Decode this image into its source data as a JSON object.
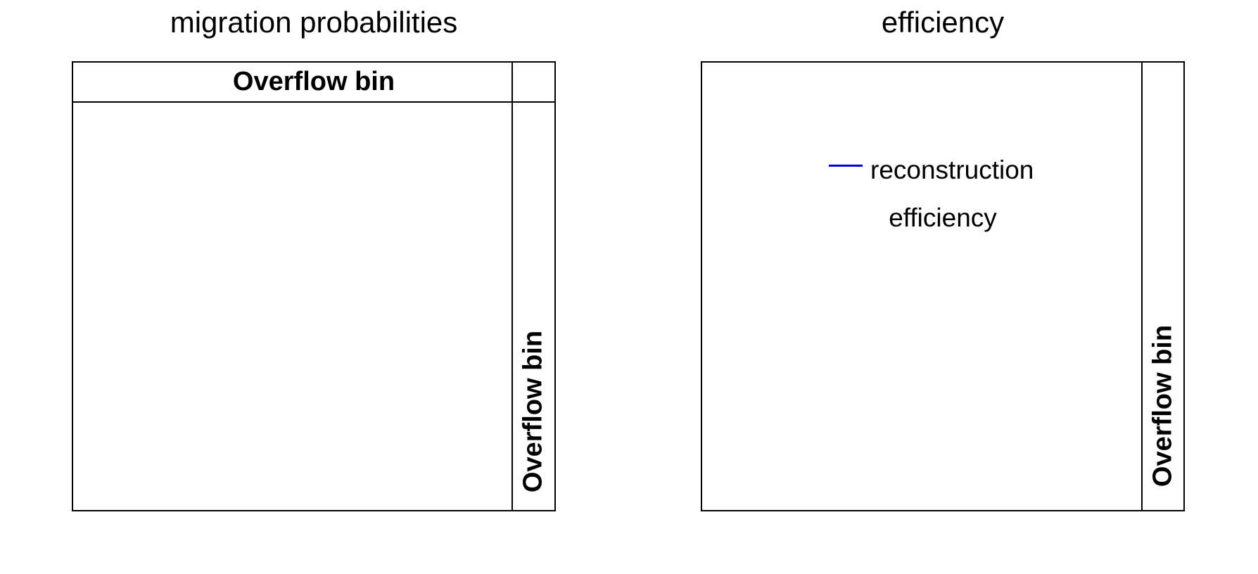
{
  "page": {
    "background": "#ffffff",
    "frame_line_color": "#000000",
    "text_color": "#000000"
  },
  "panels": {
    "migration": {
      "title": "migration probabilities",
      "overflow_top_label": "Overflow bin",
      "overflow_right_label": "Overflow bin"
    },
    "efficiency": {
      "title": "efficiency",
      "legend": {
        "line1": "reconstruction",
        "line2": "efficiency",
        "marker_color": "#0000dd"
      },
      "overflow_right_label": "Overflow bin"
    }
  },
  "chart_data": [
    {
      "type": "heatmap",
      "title": "migration probabilities",
      "series": [],
      "grid": false,
      "legend_position": null,
      "annotations": [
        {
          "text": "Overflow bin",
          "position": "top-header-row",
          "bold": true
        },
        {
          "text": "Overflow bin",
          "position": "right-column-rotated-90ccw",
          "bold": true
        }
      ],
      "notes": "empty migration-matrix frame; top header row and right column delimit overflow bins; no data points drawn"
    },
    {
      "type": "line",
      "title": "efficiency",
      "series": [
        {
          "name": "reconstruction efficiency",
          "color": "#0000dd",
          "x": [],
          "values": []
        }
      ],
      "grid": false,
      "legend_position": "upper-center",
      "legend_entries": [
        "reconstruction efficiency"
      ],
      "annotations": [
        {
          "text": "Overflow bin",
          "position": "right-column-rotated-90ccw",
          "bold": true
        }
      ],
      "notes": "empty frame; only legend with blue line marker visible; right column delimits overflow bin"
    }
  ]
}
